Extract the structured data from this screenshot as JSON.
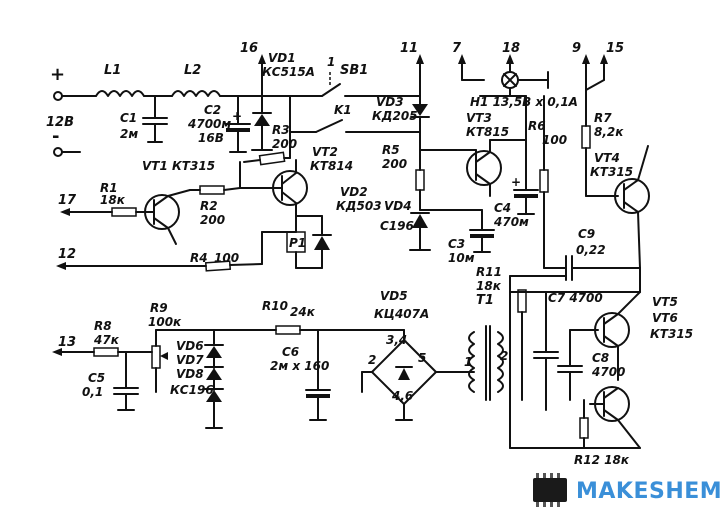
{
  "supply": {
    "plus": "+",
    "minus": "-",
    "voltage": "12В"
  },
  "terminals": {
    "t16": "16",
    "t11": "11",
    "t7": "7",
    "t18": "18",
    "t9": "9",
    "t15": "15",
    "t17": "17",
    "t12": "12",
    "t13": "13",
    "switch_pin": "1"
  },
  "components": {
    "L1": "L1",
    "L2": "L2",
    "C1": "C1",
    "C1v": "2м",
    "C2": "C2",
    "C2v": "4700м",
    "C2u": "16В",
    "VD1": "VD1",
    "VD1t": "КС515А",
    "SB1": "SB1",
    "K1": "K1",
    "R3": "R3",
    "R3v": "200",
    "VT2": "VT2",
    "VT2t": "КТ814",
    "VT1": "VT1 КТ315",
    "R1": "R1",
    "R1v": "18к",
    "R2": "R2",
    "R2v": "200",
    "VD2": "VD2",
    "VD2t": "КД503",
    "P1": "P1",
    "R4": "R4",
    "R4v": "100",
    "VD3": "VD3",
    "VD3t": "КД205",
    "H1": "H1 13,5В х 0,1А",
    "VT3": "VT3",
    "VT3t": "КТ815",
    "R5": "R5",
    "R5v": "200",
    "R6": "R6",
    "R6v": "100",
    "VD4": "VD4",
    "VD4t": "С196",
    "C3": "C3",
    "C3v": "10м",
    "C4": "C4",
    "C4v": "470м",
    "R7": "R7",
    "R7v": "8,2к",
    "VT4": "VT4",
    "VT4t": "КТ315",
    "C9": "C9",
    "C9v": "0,22",
    "R11": "R11",
    "R11v": "18к",
    "T1": "T1",
    "C7": "C7 4700",
    "C8": "C8",
    "C8v": "4700",
    "VT5": "VT5",
    "VT6": "VT6",
    "VT56t": "КТ315",
    "R12": "R12 18к",
    "VD5": "VD5",
    "VD5t": "КЦ407А",
    "R10": "R10",
    "R10v": "24к",
    "C6": "C6",
    "C6v": "2м х 160",
    "R9": "R9",
    "R9v": "100к",
    "R8": "R8",
    "R8v": "47к",
    "C5": "C5",
    "C5v": "0,1",
    "VD6": "VD6",
    "VD7": "VD7",
    "VD8": "VD8",
    "VD68t": "КС196",
    "pin34": "3,4",
    "pin2": "2",
    "pin5": "5",
    "pin46": "4,6",
    "wind1": "1",
    "wind2": "2"
  },
  "logo": {
    "brand": "MAKESHEMA",
    "icon": "chip-icon",
    "color": "#3a8fd8"
  }
}
